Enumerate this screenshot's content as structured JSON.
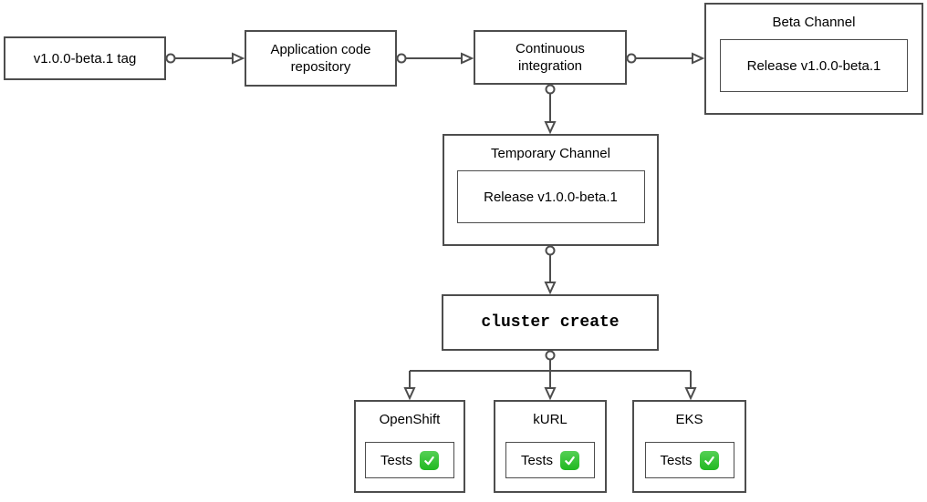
{
  "diagram": {
    "colors": {
      "stroke": "#4d4d4d",
      "text": "#000000",
      "background": "#ffffff",
      "check_green": "#21b821"
    },
    "nodes": {
      "tag": {
        "label": "v1.0.0-beta.1 tag"
      },
      "app_repo": {
        "label": "Application code repository"
      },
      "ci": {
        "label": "Continuous integration"
      },
      "beta_channel": {
        "title": "Beta Channel",
        "release_label": "Release v1.0.0-beta.1"
      },
      "temp_channel": {
        "title": "Temporary Channel",
        "release_label": "Release v1.0.0-beta.1"
      },
      "cluster_create": {
        "label": "cluster create"
      },
      "clusters": [
        {
          "title": "OpenShift",
          "tests_label": "Tests",
          "status_icon": "check-mark-icon"
        },
        {
          "title": "kURL",
          "tests_label": "Tests",
          "status_icon": "check-mark-icon"
        },
        {
          "title": "EKS",
          "tests_label": "Tests",
          "status_icon": "check-mark-icon"
        }
      ]
    },
    "edges": [
      {
        "from": "tag",
        "to": "app_repo"
      },
      {
        "from": "app_repo",
        "to": "ci"
      },
      {
        "from": "ci",
        "to": "beta_channel"
      },
      {
        "from": "ci",
        "to": "temp_channel"
      },
      {
        "from": "temp_channel",
        "to": "cluster_create"
      },
      {
        "from": "cluster_create",
        "to": "openshift"
      },
      {
        "from": "cluster_create",
        "to": "kurl"
      },
      {
        "from": "cluster_create",
        "to": "eks"
      }
    ]
  }
}
